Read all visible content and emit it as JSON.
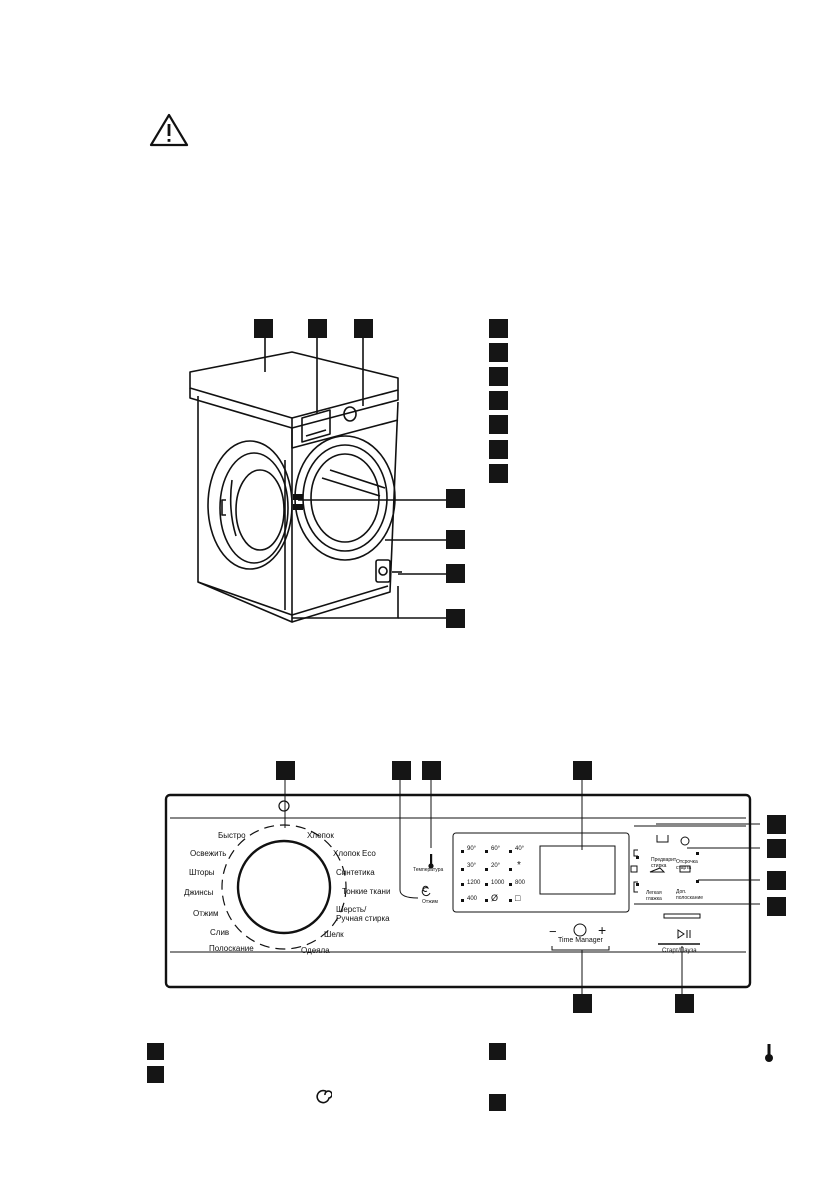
{
  "panel": {
    "programs_left": [
      "Быстро",
      "Освежить",
      "Шторы",
      "Джинсы",
      "Отжим",
      "Слив",
      "Полоскание"
    ],
    "programs_right": [
      "Хлопок",
      "Хлопок Eco",
      "Синтетика",
      "Тонкие ткани",
      "Шерсть/",
      "Ручная стирка",
      "Шелк",
      "Одеяла"
    ],
    "temperature_label": "Температура",
    "spin_label": "Отжим",
    "temp_grid": [
      [
        "90°",
        "60°",
        "40°"
      ],
      [
        "30°",
        "20°",
        "*"
      ],
      [
        "1200",
        "1000",
        "800"
      ],
      [
        "400",
        "Ø",
        "□"
      ]
    ],
    "prewash_label": "Предварит. стирка",
    "delay_label": "Отсрочка старта",
    "easy_iron_label": "Легкая глажка",
    "extra_rinse_label": "Доп. полоскание",
    "time_manager_label": "Time Manager",
    "minus": "−",
    "plus": "+",
    "start_label": "Старт/Пауза"
  }
}
